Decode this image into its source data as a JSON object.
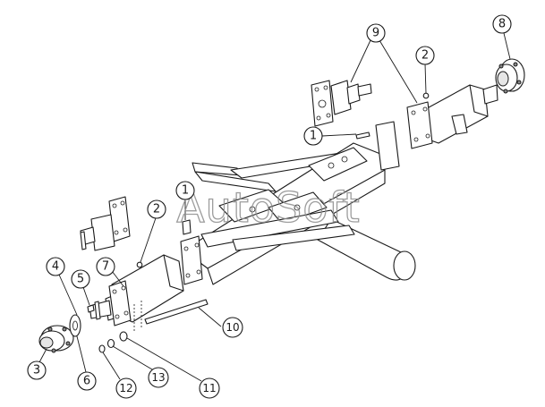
{
  "watermark": "AutoSoft",
  "callouts": [
    {
      "label": "1"
    },
    {
      "label": "1"
    },
    {
      "label": "2"
    },
    {
      "label": "2"
    },
    {
      "label": "3"
    },
    {
      "label": "4"
    },
    {
      "label": "5"
    },
    {
      "label": "6"
    },
    {
      "label": "7"
    },
    {
      "label": "8"
    },
    {
      "label": "9"
    },
    {
      "label": "10"
    },
    {
      "label": "11"
    },
    {
      "label": "12"
    },
    {
      "label": "13"
    }
  ],
  "colors": {
    "line": "#1a1a1a",
    "watermark": "#8c8c8c",
    "background": "#ffffff"
  }
}
